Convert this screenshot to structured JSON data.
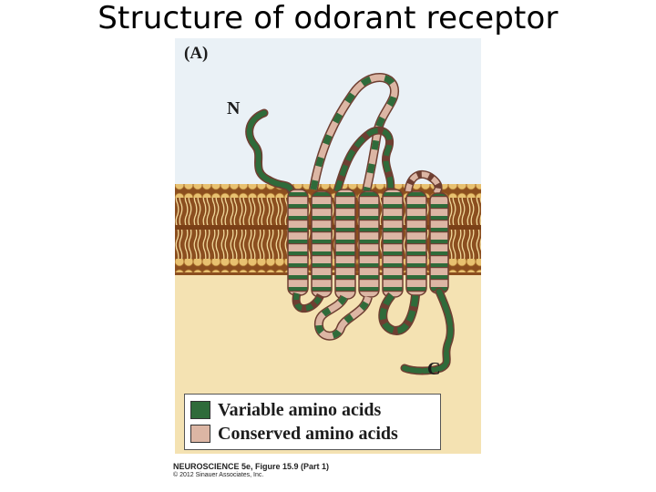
{
  "slide": {
    "title": "Structure of odorant receptor"
  },
  "figure": {
    "panel_label": "(A)",
    "n_terminus_label": "N",
    "c_terminus_label": "C",
    "legend": [
      {
        "label": "Variable amino acids",
        "color": "#2f6b3a"
      },
      {
        "label": "Conserved amino acids",
        "color": "#dcb6a4"
      }
    ],
    "colors": {
      "sky": "#eaf1f6",
      "membrane": "#8b4e1f",
      "lipid_head": "#e8c170",
      "cytoplasm": "#f4e2b2",
      "ribbon_edge": "#6e3f32"
    },
    "credit_line1": "NEUROSCIENCE 5e, Figure 15.9 (Part 1)",
    "credit_line2": "© 2012 Sinauer Associates, Inc."
  }
}
